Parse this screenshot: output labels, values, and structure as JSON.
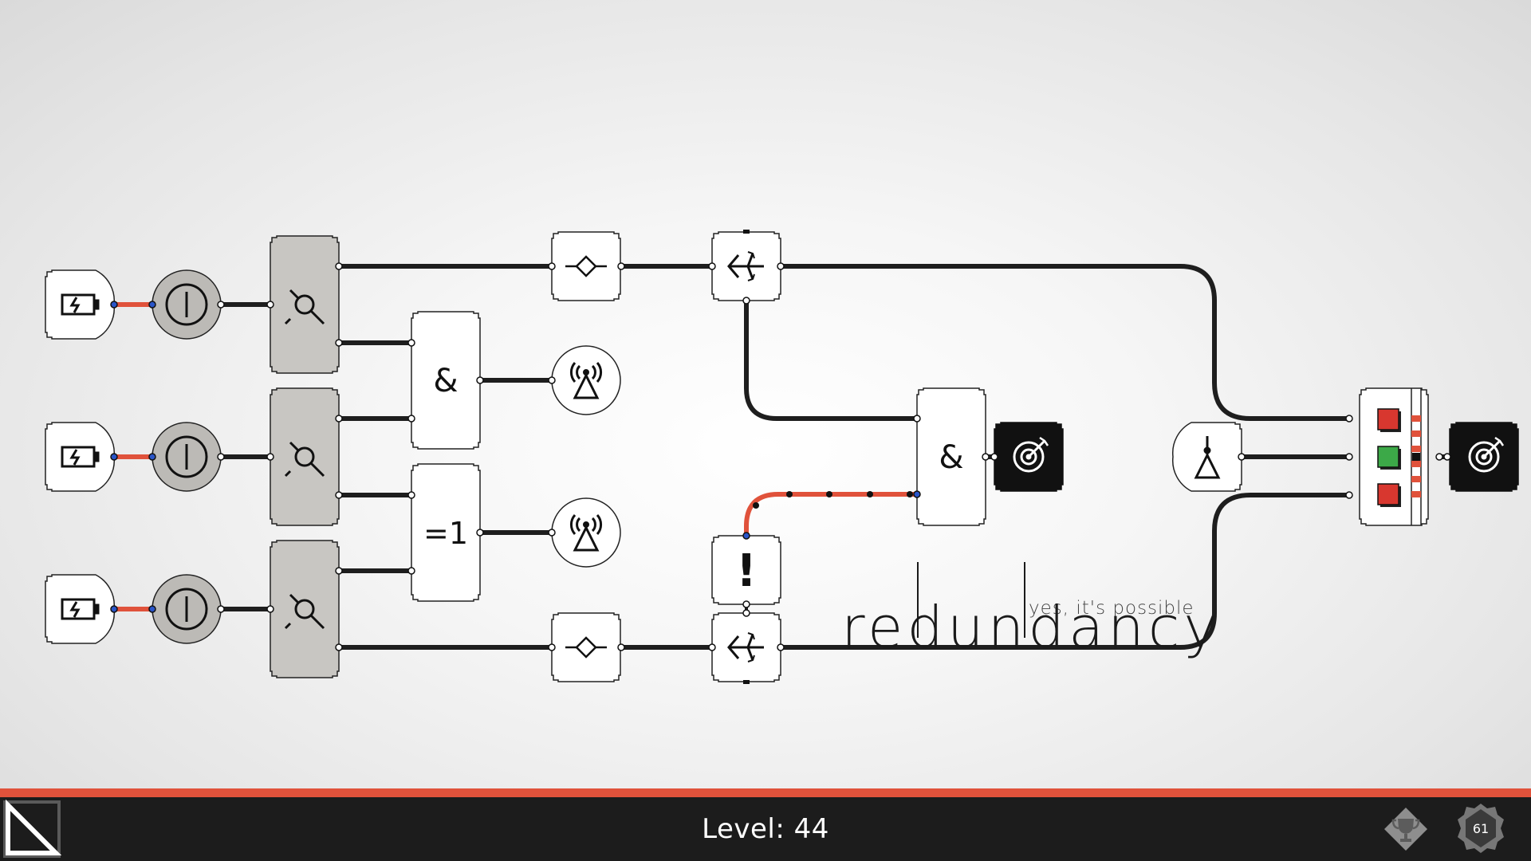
{
  "puzzle": {
    "title": "redundancy",
    "subtitle": "yes, it's possible"
  },
  "gates": {
    "and_symbol": "&",
    "xor_symbol": "=1",
    "not_symbol": "!"
  },
  "status_bar": {
    "level_label": "Level: 44",
    "completed_count": "61"
  },
  "icons": {
    "battery": "battery-icon",
    "power_switch": "power-switch-icon",
    "probe": "probe-icon",
    "antenna": "antenna-icon",
    "splitter": "splitter-icon",
    "diode": "diamond-icon",
    "target": "target-icon",
    "beacon": "beacon-icon",
    "indicator_panel": "indicator-panel-icon",
    "menu": "menu-corner-icon",
    "trophy": "trophy-icon"
  },
  "colors": {
    "active_wire": "#e0523b",
    "wire": "#1e1e1e",
    "node_fill": "#ffffff",
    "sensor_fill": "#c8c6c2",
    "switch_fill": "#bcbab6",
    "target_fill": "#111111",
    "indicator_red": "#d8372f",
    "indicator_green": "#3ca948",
    "bottom_bar": "#1c1c1c"
  },
  "indicators": [
    "red",
    "green",
    "red"
  ]
}
